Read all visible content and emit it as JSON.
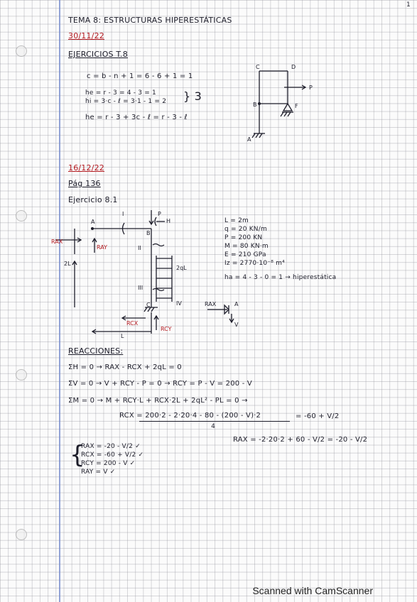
{
  "page_number": "1",
  "title": "TEMA 8: ESTRUCTURAS HIPERESTÁTICAS",
  "date1": "30/11/22",
  "section1": "EJERCICIOS T.8",
  "eq1": "c = b - n + 1 = 6 - 6 + 1 = 1",
  "eq2": "he = r - 3 = 4 - 3 = 1",
  "eq3": "hi = 3·c - ℓ = 3·1 - 1 = 2",
  "eq_brace": "} 3",
  "eq4": "he = r - 3 + 3c - ℓ = r - 3 - ℓ",
  "frame1_labels": {
    "c": "C",
    "d": "D",
    "p": "P",
    "b": "B",
    "f": "F",
    "a": "A"
  },
  "date2": "16/12/22",
  "page_ref": "Pág 136",
  "exercise": "Ejercicio 8.1",
  "data_L": "L = 2m",
  "data_q": "q = 20 KN/m",
  "data_P": "P = 200 KN",
  "data_M": "M = 80 KN·m",
  "data_E": "E = 210 GPa",
  "data_Iz": "Iz = 2770·10⁻⁸ m⁴",
  "data_h": "ha = 4 - 3 - 0 = 1 → hiperestática",
  "frame2_labels": {
    "rax": "RAX",
    "ray": "RAY",
    "a": "A",
    "b": "B",
    "c": "C",
    "p": "P",
    "h": "H",
    "i": "I",
    "ii": "II",
    "iii": "III",
    "iv": "IV",
    "two_l": "2L",
    "two_ql": "2qL",
    "l": "L",
    "rcx": "RCX",
    "rcy": "RCY",
    "rax2": "RAX",
    "a2": "A",
    "v": "V"
  },
  "section2": "REACCIONES:",
  "r1": "ΣH = 0 → RAX - RCX + 2qL = 0",
  "r2": "ΣV = 0 → V + RCY - P = 0 → RCY = P - V = 200 - V",
  "r3": "ΣM = 0 → M + RCY·L + RCX·2L + 2qL² - PL = 0 →",
  "r4": "RCX = 200·2 - 2·20·4 - 80 - (200 - V)·2",
  "r4_den": "4",
  "r4_result": "= -60 + V/2",
  "r5": "RAX = -2·20·2 + 60 - V/2 = -20 - V/2",
  "results": [
    "RAX = -20 - V/2 ✓",
    "RCX = -60 + V/2 ✓",
    "RCY = 200 - V ✓",
    "RAY = V ✓"
  ],
  "footer": "Scanned with CamScanner"
}
